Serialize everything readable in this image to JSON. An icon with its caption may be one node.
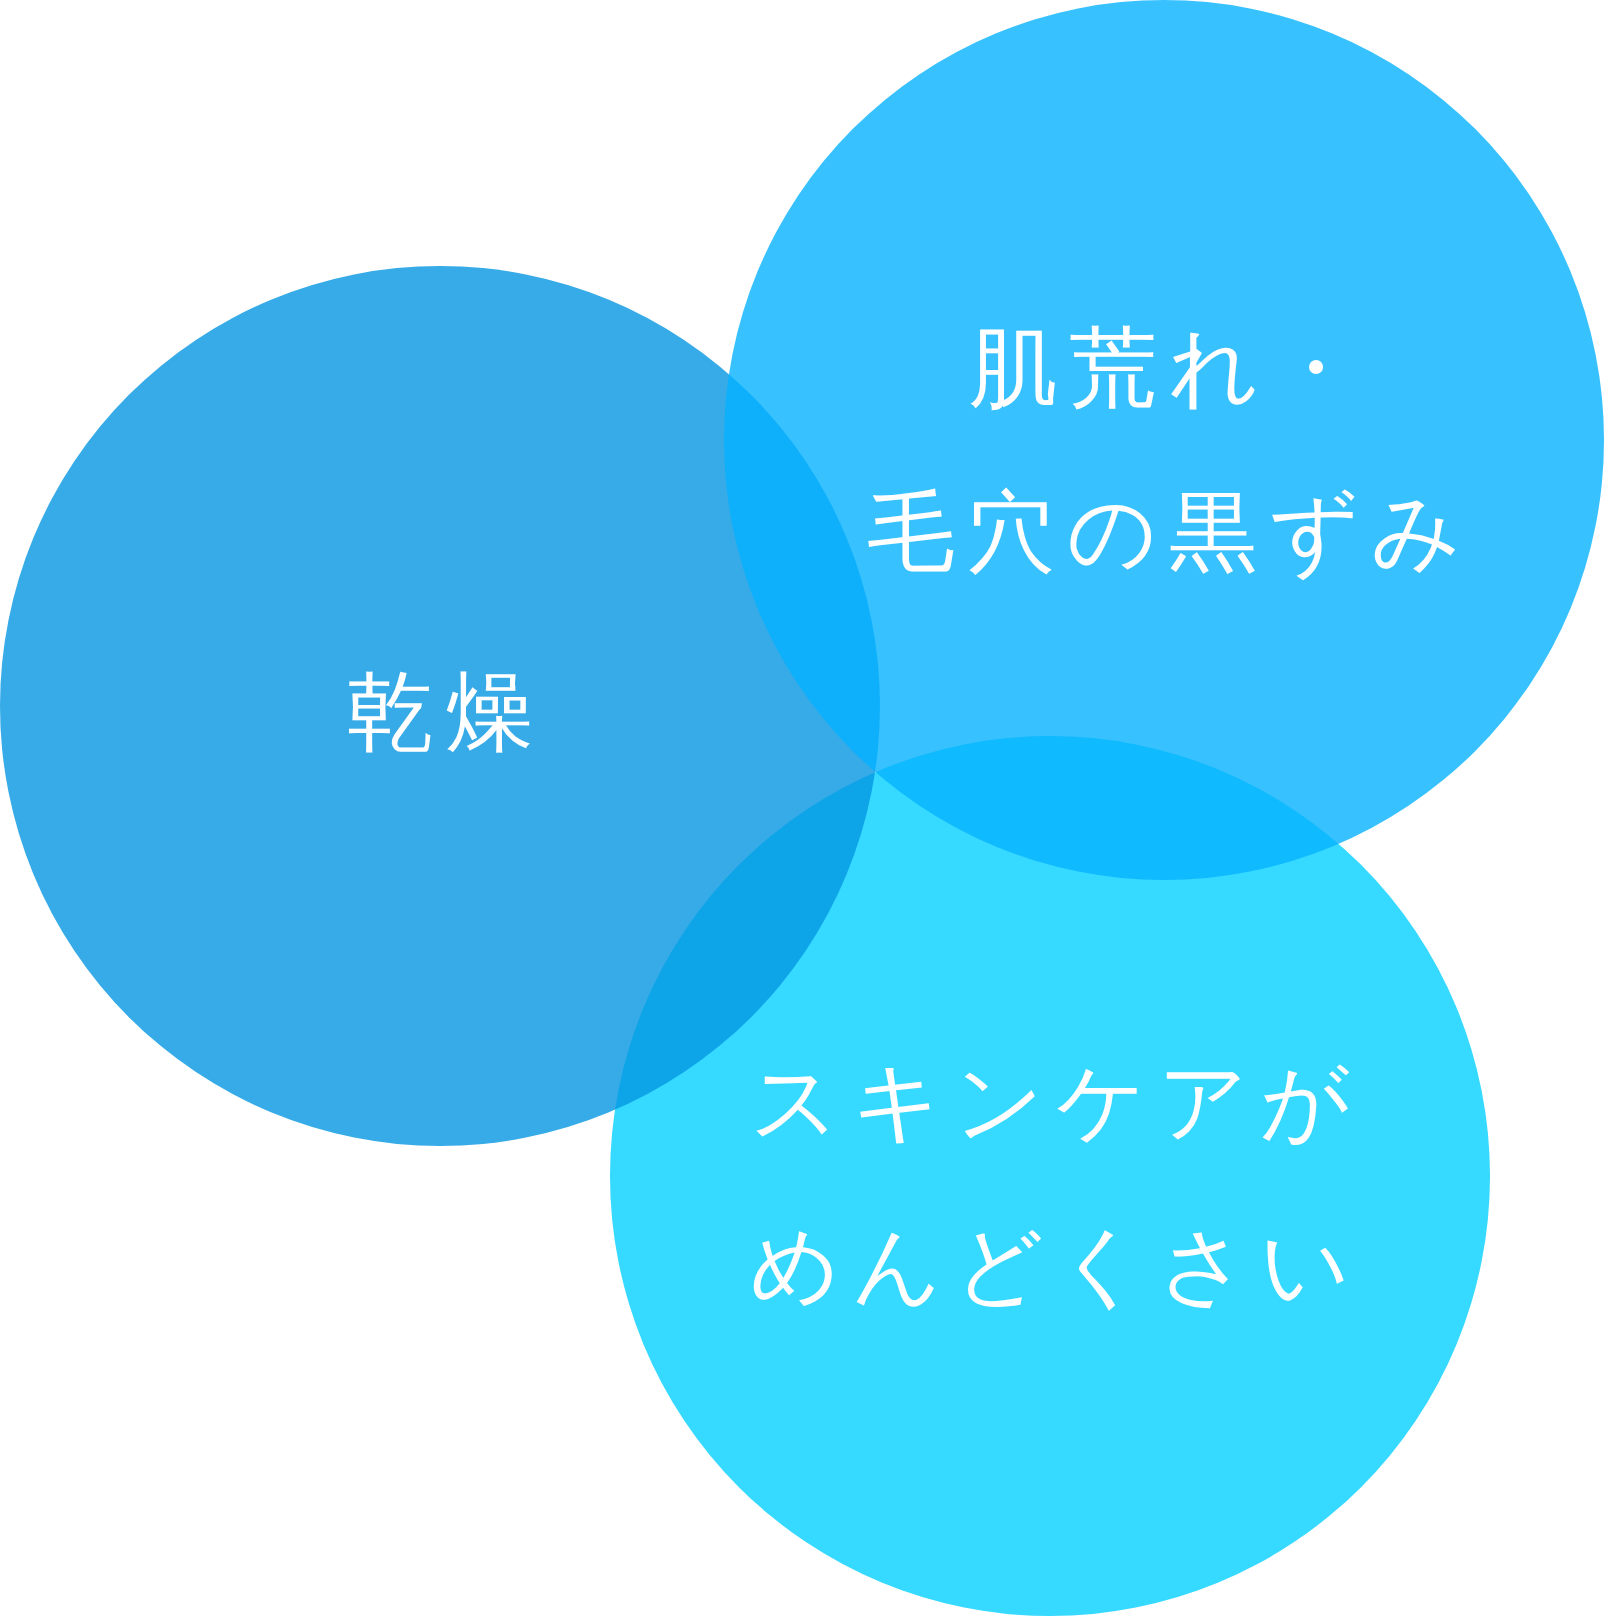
{
  "diagram": {
    "nodes": [
      {
        "text": [
          "乾燥"
        ]
      },
      {
        "text": [
          "肌荒れ・毛穴の黒ずみ"
        ]
      },
      {
        "text": [
          "スキンケアがめんどくさい"
        ]
      }
    ]
  }
}
